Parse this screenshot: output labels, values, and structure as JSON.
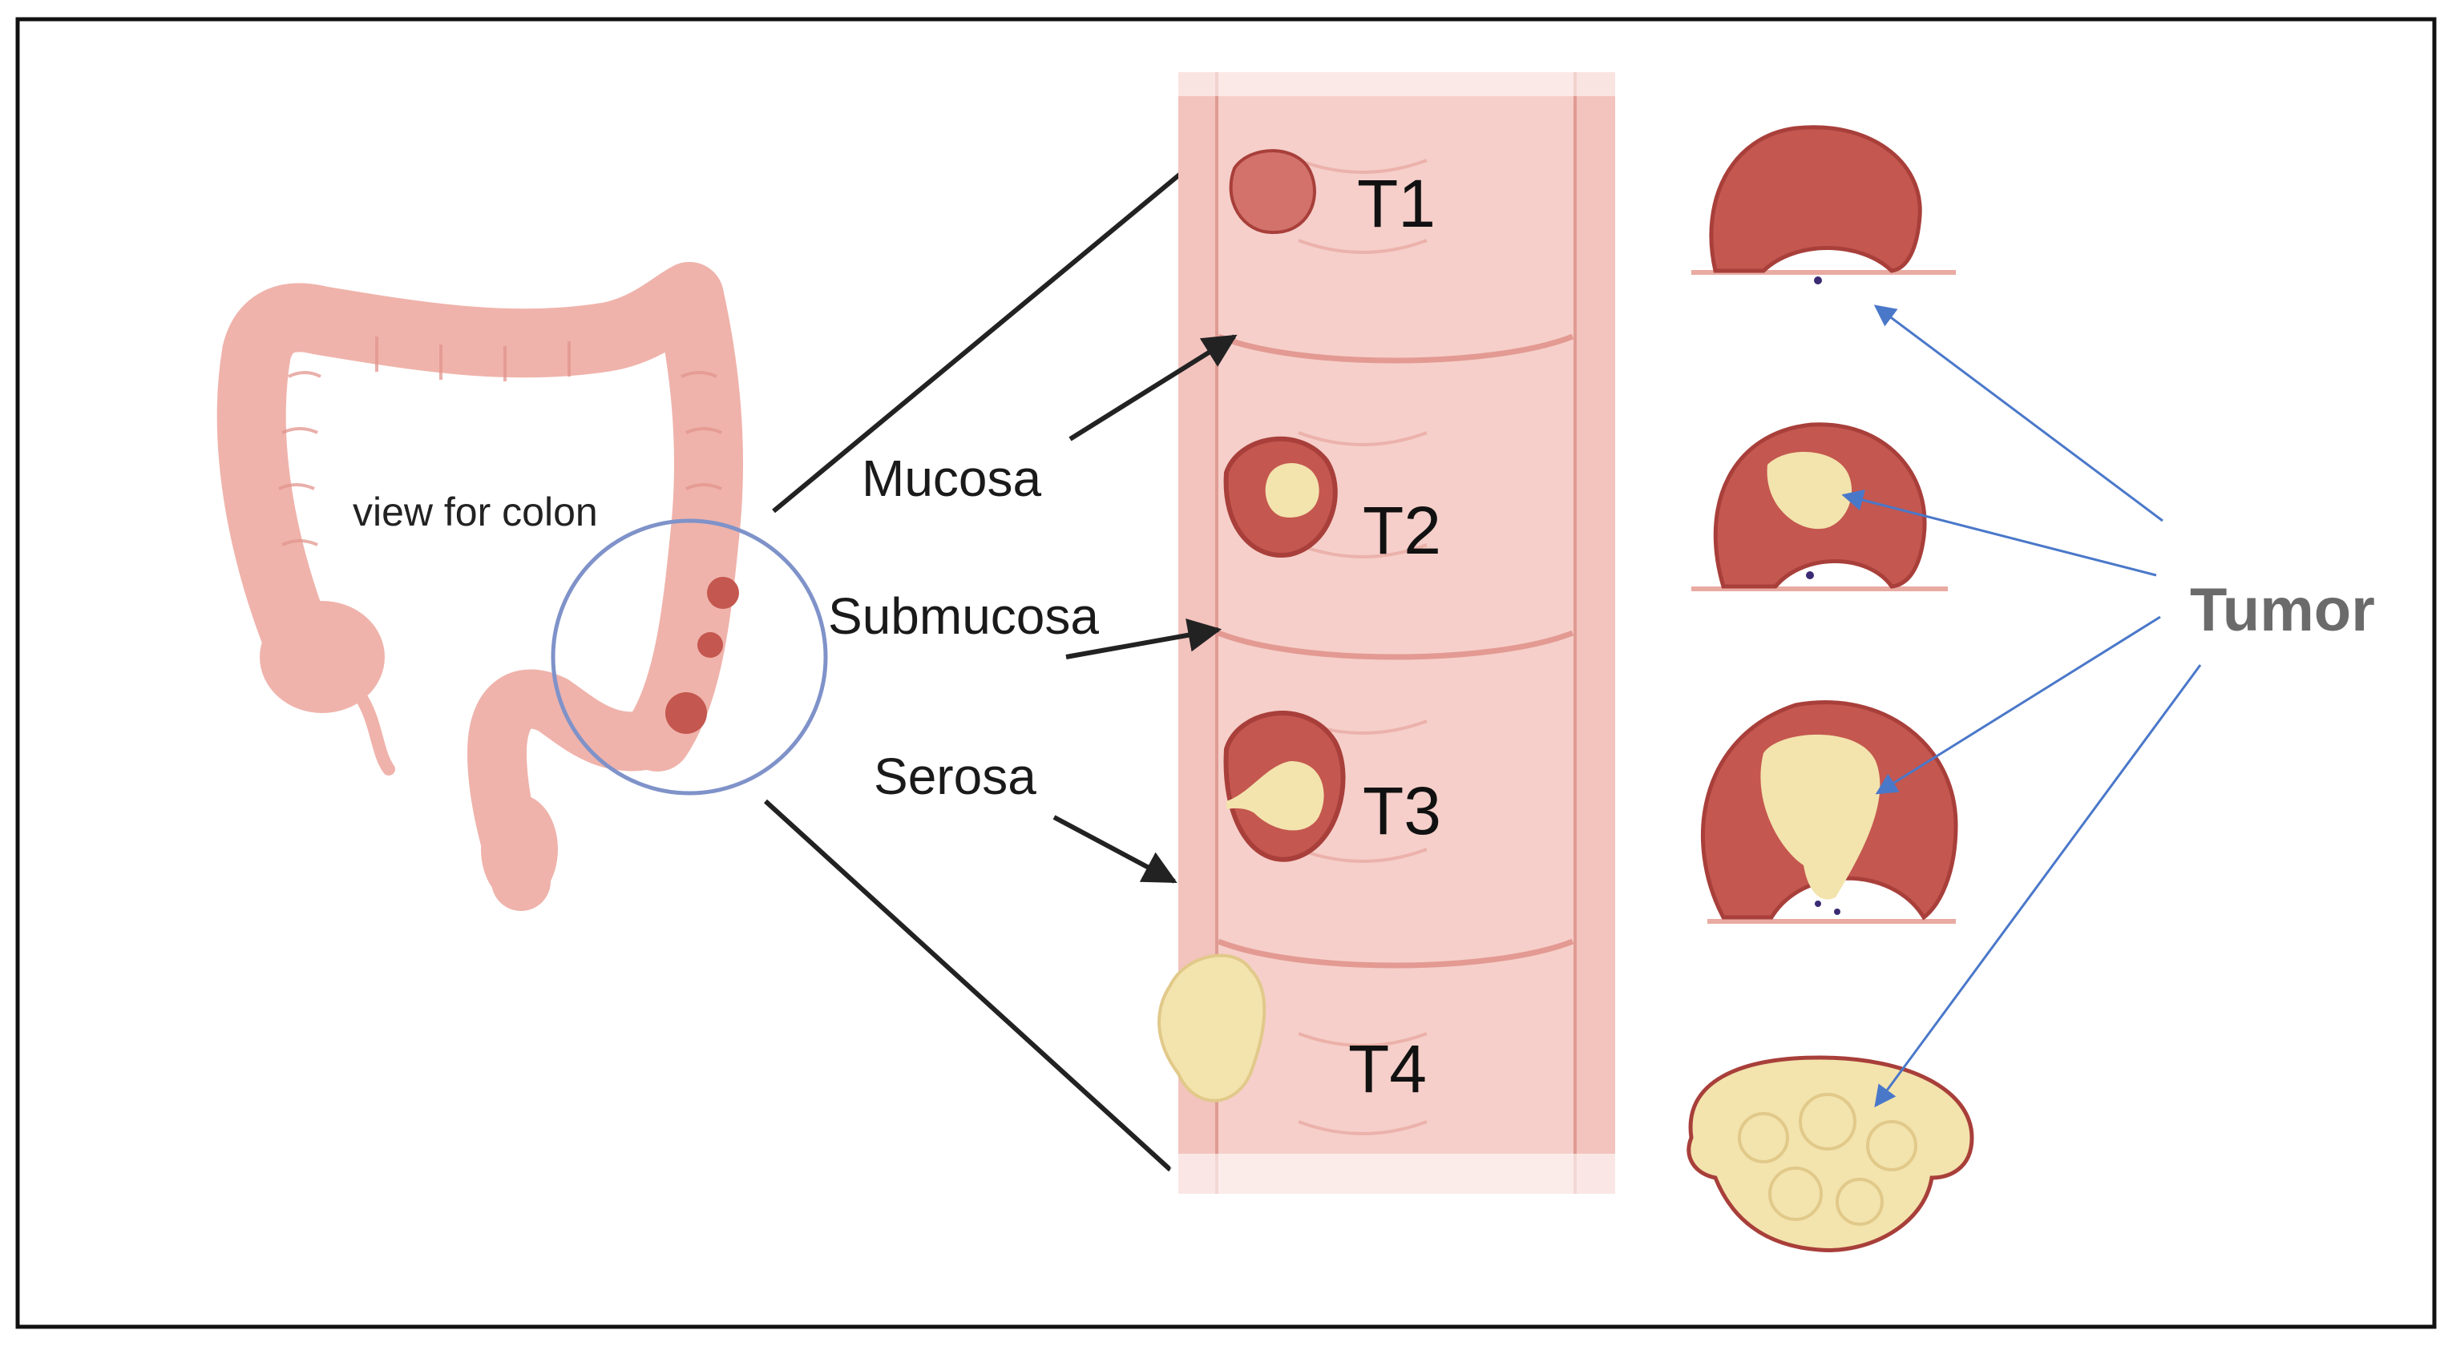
{
  "colon": {
    "caption": "view for colon"
  },
  "layers": {
    "mucosa": "Mucosa",
    "submucosa": "Submucosa",
    "serosa": "Serosa"
  },
  "stages": [
    "T1",
    "T2",
    "T3",
    "T4"
  ],
  "tumor": {
    "label": "Tumor"
  },
  "colors": {
    "tissue": "#efb3ab",
    "tissue_dark": "#d98a82",
    "wall": "#f3c3bd",
    "lesion": "#c4574f",
    "lesion_rim": "#a83f3a",
    "tumor_mass": "#f3e3ad",
    "circle": "#7f92c9",
    "pointer_arrow": "#4a78c9",
    "label_arrow": "#222222"
  }
}
